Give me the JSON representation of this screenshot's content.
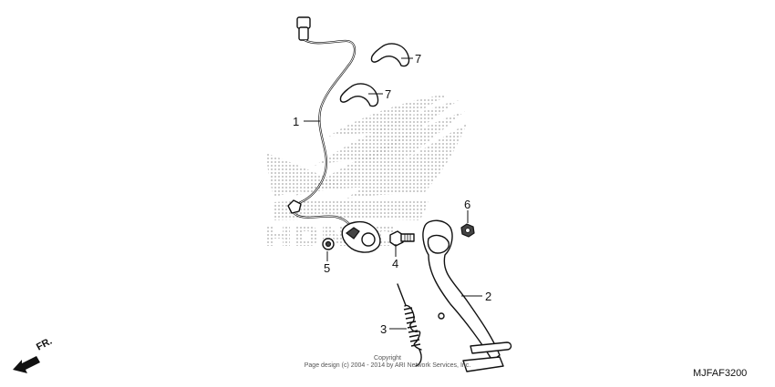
{
  "diagram": {
    "code": "MJFAF3200",
    "front_indicator": "FR.",
    "copyright": {
      "line1": "Copyright",
      "line2": "Page design (c) 2004 - 2014 by ARI Network Services, Inc."
    },
    "callouts": [
      "1",
      "2",
      "3",
      "4",
      "5",
      "6",
      "7",
      "7"
    ]
  }
}
